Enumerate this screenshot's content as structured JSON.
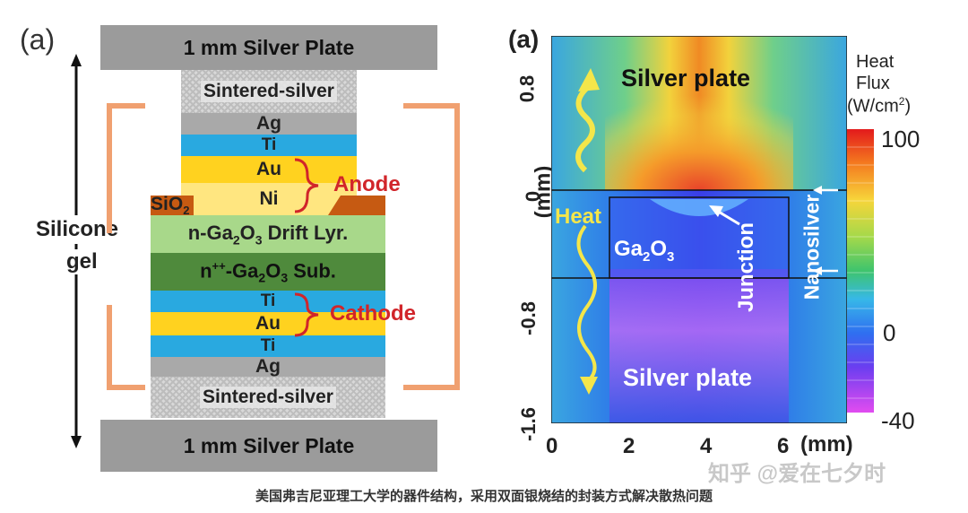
{
  "left_panel": {
    "panel_label": "(a)",
    "top_plate": "1 mm Silver Plate",
    "bottom_plate": "1 mm Silver Plate",
    "top_sinter": "Sintered-silver",
    "bottom_sinter": "Sintered-silver",
    "layers": {
      "ag_top": "Ag",
      "ti_top": "Ti",
      "au_top": "Au",
      "ni": "Ni",
      "sio2": "SiO",
      "sio2_sub": "2",
      "drift_a": "n-Ga",
      "drift_b": "2",
      "drift_c": "O",
      "drift_d": "3",
      "drift_e": " Drift Lyr.",
      "sub_a": "n",
      "sub_b": "++",
      "sub_c": "-Ga",
      "sub_d": "2",
      "sub_e": "O",
      "sub_f": "3",
      "sub_g": " Sub.",
      "ti_mid": "Ti",
      "au_bot": "Au",
      "ti_bot": "Ti",
      "ag_bot": "Ag"
    },
    "anode": "Anode",
    "cathode": "Cathode",
    "silicone_1": "Silicone",
    "silicone_2": "gel",
    "colors": {
      "plate": "#9b9b9b",
      "ti": "#29a9e0",
      "au": "#ffd21f",
      "drift": "#a8d88a",
      "sub": "#4f8a3c",
      "sio2": "#c65a12",
      "bracket": "#f0a070",
      "label_red": "#d1252a"
    }
  },
  "right_panel": {
    "panel_label": "(a)",
    "y_axis_label": "(mm)",
    "y_ticks": [
      "0.8",
      "0",
      "-0.8",
      "-1.6"
    ],
    "x_ticks": [
      "0",
      "2",
      "4",
      "6"
    ],
    "x_unit": "(mm)",
    "labels": {
      "silver_top": "Silver plate",
      "silver_bottom": "Silver plate",
      "heat": "Heat",
      "ga2o3_a": "Ga",
      "ga2o3_b": "2",
      "ga2o3_c": "O",
      "ga2o3_d": "3",
      "junction": "Junction",
      "nanosilver": "Nanosilver"
    },
    "colorbar": {
      "title_1": "Heat",
      "title_2": "Flux",
      "title_3": "(W/cm",
      "title_sup": "2",
      "title_4": ")",
      "max": "100",
      "mid": "0",
      "min": "-40"
    }
  },
  "caption": "美国弗吉尼亚理工大学的器件结构，采用双面银烧结的封装方式解决散热问题",
  "watermark": "知乎 @爱在七夕时"
}
